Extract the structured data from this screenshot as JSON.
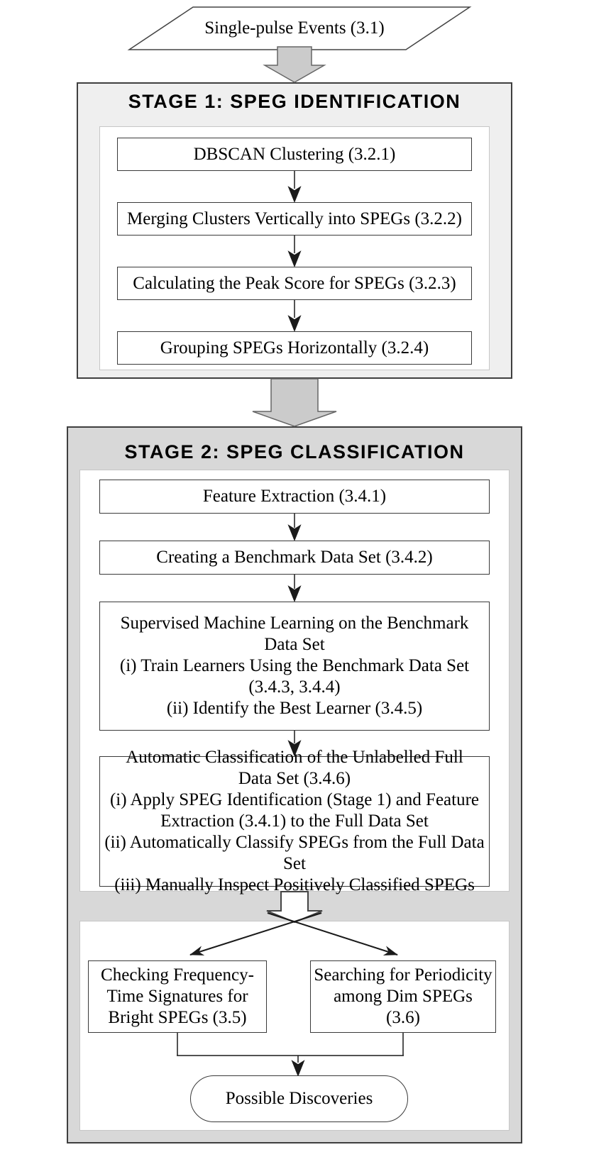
{
  "input": {
    "label": "Single-pulse Events (3.1)"
  },
  "stage1": {
    "title": "STAGE 1: SPEG IDENTIFICATION",
    "steps": [
      "DBSCAN Clustering (3.2.1)",
      "Merging Clusters Vertically into SPEGs (3.2.2)",
      "Calculating the Peak Score for SPEGs (3.2.3)",
      "Grouping SPEGs Horizontally (3.2.4)"
    ]
  },
  "stage2": {
    "title": "STAGE 2: SPEG CLASSIFICATION",
    "steps": [
      "Feature Extraction (3.4.1)",
      "Creating a Benchmark Data Set (3.4.2)",
      "Supervised Machine Learning on the Benchmark\nData Set\n(i) Train Learners Using the Benchmark Data Set\n(3.4.3, 3.4.4)\n(ii) Identify the Best Learner  (3.4.5)",
      "Automatic Classification of the Unlabelled Full\nData Set (3.4.6)\n(i) Apply SPEG Identification (Stage 1) and Feature\nExtraction (3.4.1) to the Full Data Set\n(ii) Automatically Classify SPEGs from the Full Data Set\n(iii) Manually Inspect Positively Classified SPEGs"
    ],
    "branches": {
      "left": "Checking Frequency-\nTime Signatures for\nBright SPEGs (3.5)",
      "right": "Searching for Periodicity\namong Dim SPEGs\n(3.6)"
    },
    "output": "Possible Discoveries"
  },
  "colors": {
    "stage1_fill": "#efefef",
    "stage2_fill": "#d8d8d8",
    "panel_border": "#c6c6c6",
    "stage_border": "#3f3f3f",
    "box_border": "#3a3a3a",
    "arrow_fill": "#cbcbcb",
    "arrow_stroke": "#666666",
    "line_color": "#1a1a1a"
  }
}
